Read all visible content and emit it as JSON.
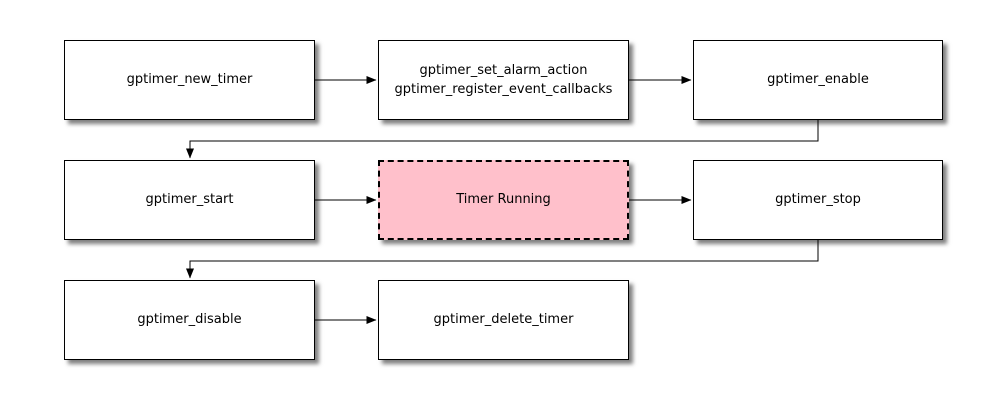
{
  "diagram": {
    "background": "#ffffff",
    "colors": {
      "node_fill": "#ffffff",
      "node_border": "#000000",
      "highlight_fill": "#ffc0cb",
      "connector": "#000000",
      "text": "#000000"
    },
    "nodes": [
      {
        "id": "gptimer_new_timer",
        "label": "gptimer_new_timer",
        "style": "solid"
      },
      {
        "id": "gptimer_set_alarm_action",
        "label": "gptimer_set_alarm_action\ngptimer_register_event_callbacks",
        "style": "solid"
      },
      {
        "id": "gptimer_enable",
        "label": "gptimer_enable",
        "style": "solid"
      },
      {
        "id": "gptimer_start",
        "label": "gptimer_start",
        "style": "solid"
      },
      {
        "id": "timer_running",
        "label": "Timer Running",
        "style": "dashed-highlight"
      },
      {
        "id": "gptimer_stop",
        "label": "gptimer_stop",
        "style": "solid"
      },
      {
        "id": "gptimer_disable",
        "label": "gptimer_disable",
        "style": "solid"
      },
      {
        "id": "gptimer_delete_timer",
        "label": "gptimer_delete_timer",
        "style": "solid"
      }
    ],
    "edges": [
      {
        "from": "gptimer_new_timer",
        "to": "gptimer_set_alarm_action"
      },
      {
        "from": "gptimer_set_alarm_action",
        "to": "gptimer_enable"
      },
      {
        "from": "gptimer_enable",
        "to": "gptimer_start"
      },
      {
        "from": "gptimer_start",
        "to": "timer_running"
      },
      {
        "from": "timer_running",
        "to": "gptimer_stop"
      },
      {
        "from": "gptimer_stop",
        "to": "gptimer_disable"
      },
      {
        "from": "gptimer_disable",
        "to": "gptimer_delete_timer"
      }
    ]
  }
}
